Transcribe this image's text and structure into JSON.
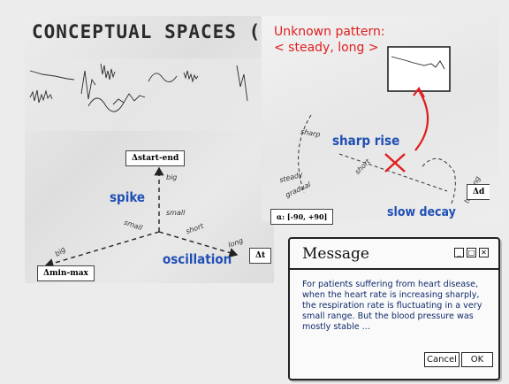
{
  "left": {
    "title": "CONCEPTUAL SPACES (CS)",
    "axes": {
      "start_end": "Δstart-end",
      "min_max": "Δmin-max",
      "t": "Δt",
      "big_top": "big",
      "small_top": "small",
      "small_left": "small",
      "big_left": "big",
      "short_right": "short",
      "long_right": "long"
    },
    "labels": {
      "spike": "spike",
      "oscillation": "oscillation"
    }
  },
  "right": {
    "unknown_line1": "Unknown pattern:",
    "unknown_line2": "< steady, long >",
    "sharp_rise": "sharp rise",
    "slow_decay": "slow decay",
    "alpha": "α: [-90, +90]",
    "delta_d": "Δd",
    "arc_sharp": "sharp",
    "arc_steady": "steady",
    "arc_gradual": "gradual",
    "arc_short": "short",
    "arc_too_long": "too long",
    "colors": {
      "accent_red": "#e01e1e",
      "accent_blue": "#1f4fb5"
    }
  },
  "dialog": {
    "title": "Message",
    "message": "For patients suffering from heart disease, when the heart rate is increasing sharply, the respiration rate is fluctuating in a very small range. But the blood pressure was mostly stable ...",
    "cancel": "Cancel",
    "ok": "OK",
    "icons": [
      "minimize-icon",
      "maximize-icon",
      "close-icon"
    ]
  }
}
